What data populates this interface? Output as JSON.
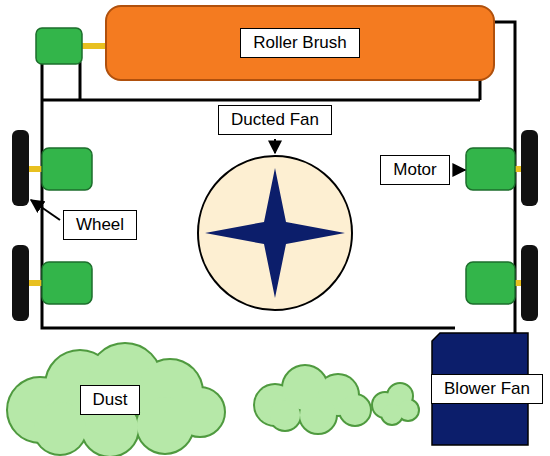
{
  "diagram": {
    "nodes": [
      {
        "text": [
          "Roller Brush"
        ]
      },
      {
        "text": [
          "Ducted Fan"
        ]
      },
      {
        "text": [
          "Motor"
        ]
      },
      {
        "text": [
          "Wheel"
        ]
      },
      {
        "text": [
          "Dust"
        ]
      },
      {
        "text": [
          "Blower Fan"
        ]
      }
    ]
  }
}
